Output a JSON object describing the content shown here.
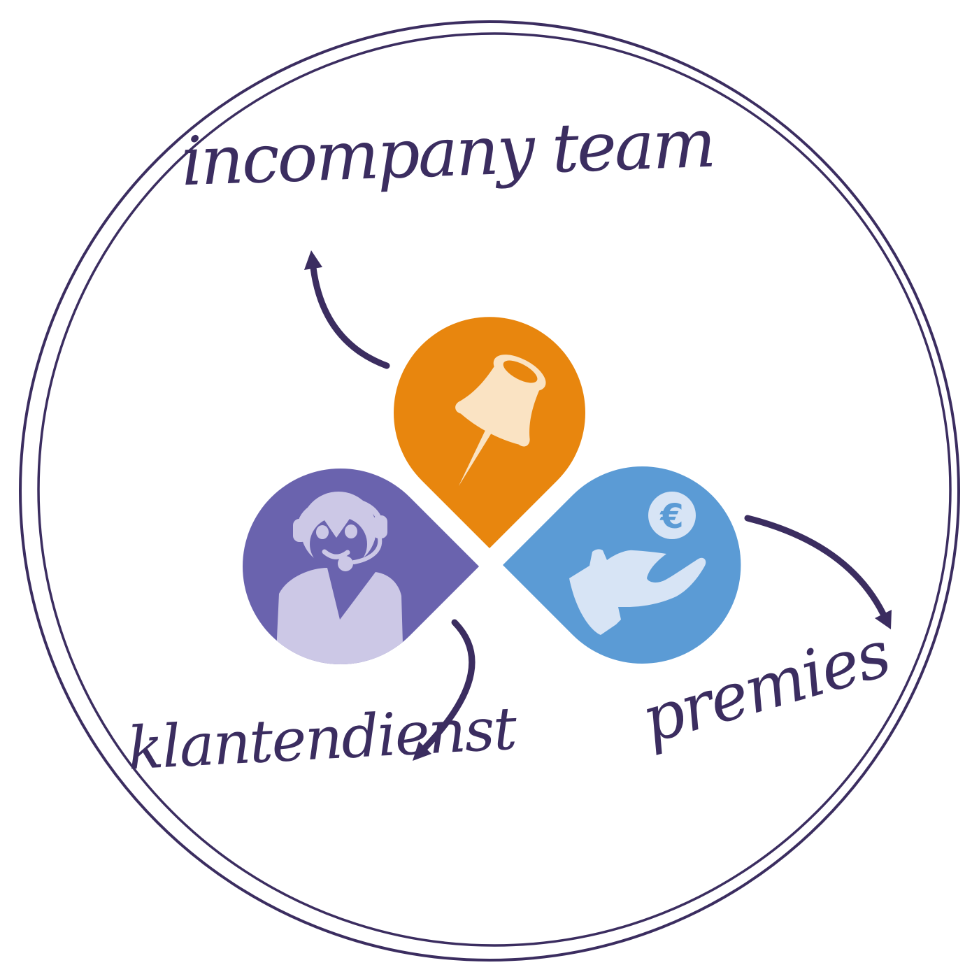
{
  "diagram": {
    "type": "three-petal infographic inside hand-drawn circle",
    "labels": {
      "top": "incompany team",
      "bottom_left": "klantendienst",
      "bottom_right": "premies"
    },
    "coin_symbol": "€",
    "colors": {
      "ink": "#3B2D60",
      "orange": "#E8860E",
      "orange_icon": "#FAE3C3",
      "purple": "#6A63AE",
      "purple_icon": "#CCC8E6",
      "blue": "#5B9BD5",
      "blue_icon": "#D7E4F5",
      "background": "#FFFFFF"
    },
    "petals": [
      {
        "position": "top",
        "color_name": "orange",
        "icon": "pushpin",
        "label": "incompany team"
      },
      {
        "position": "left",
        "color_name": "purple",
        "icon": "support-agent",
        "label": "klantendienst"
      },
      {
        "position": "right",
        "color_name": "blue",
        "icon": "hand-receiving-euro",
        "label": "premies"
      }
    ]
  }
}
